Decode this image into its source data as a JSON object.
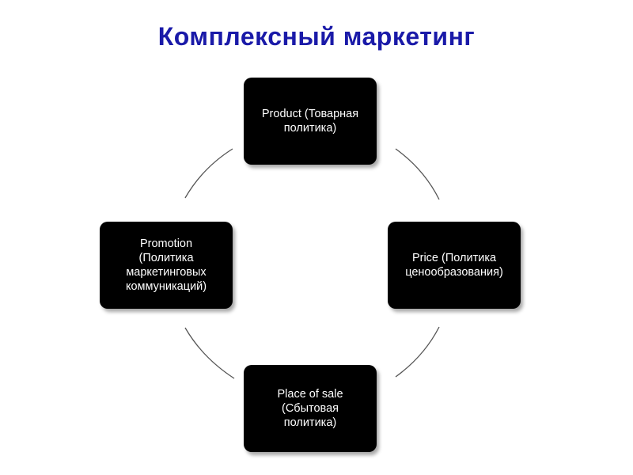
{
  "title": "Комплексный маркетинг",
  "nodes": {
    "product": "Product (Товарная\nполитика)",
    "price": "Price (Политика\nценообразования)",
    "place": "Place of sale\n(Сбытовая\nполитика)",
    "promotion": "Promotion\n(Политика\nмаркетинговых\nкоммуникаций)"
  },
  "connector_color": "#555555"
}
